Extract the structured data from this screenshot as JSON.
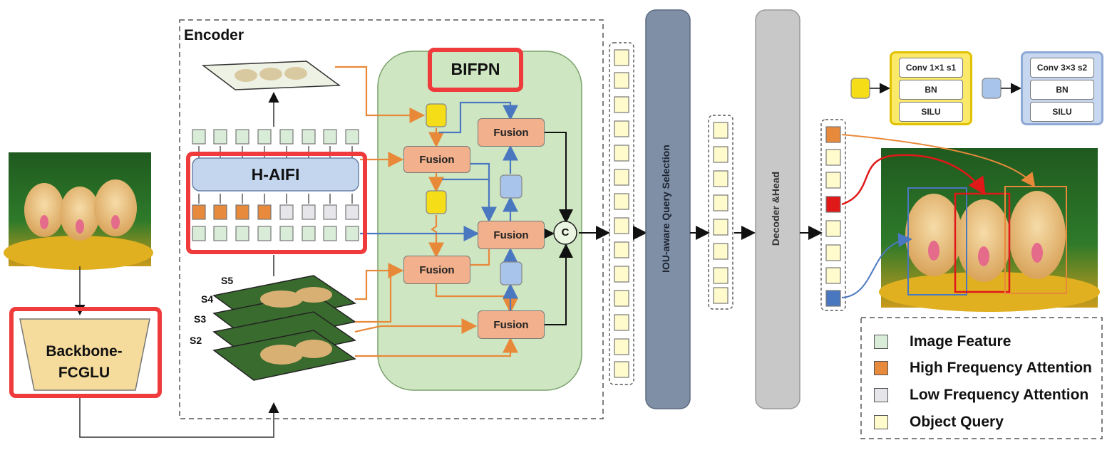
{
  "encoder": {
    "title": "Encoder"
  },
  "backbone": {
    "line1": "Backbone-",
    "line2": "FCGLU"
  },
  "haifi": {
    "label": "H-AIFI"
  },
  "bifpn": {
    "label": "BIFPN"
  },
  "fusion_label": "Fusion",
  "concat_label": "C",
  "scales": [
    "S5",
    "S4",
    "S3",
    "S2"
  ],
  "query_selection": {
    "label": "IOU-aware Query Selection"
  },
  "decoder": {
    "label": "Decoder &Head"
  },
  "conv1": {
    "title": "Conv 1×1 s1",
    "bn": "BN",
    "act": "SILU"
  },
  "conv2": {
    "title": "Conv 3×3 s2",
    "bn": "BN",
    "act": "SILU"
  },
  "legend": [
    {
      "label": "Image Feature",
      "color": "#d8ecd8"
    },
    {
      "label": "High Frequency Attention",
      "color": "#e88a3c"
    },
    {
      "label": "Low Frequency Attention",
      "color": "#e6e6ea"
    },
    {
      "label": "Object Query",
      "color": "#fffbcc"
    }
  ],
  "colors": {
    "highlight_red": "#ef3b3b",
    "bifpn_bg": "#cfe6c2",
    "fusion": "#f2b08c",
    "yellow_node": "#f5dd18",
    "blue_node": "#a9c4ea",
    "orange_arrow": "#e8893a",
    "blue_arrow": "#4a78c0",
    "query_selection_bar": "#7f8fa6",
    "decoder_bar": "#c8c8c8"
  }
}
